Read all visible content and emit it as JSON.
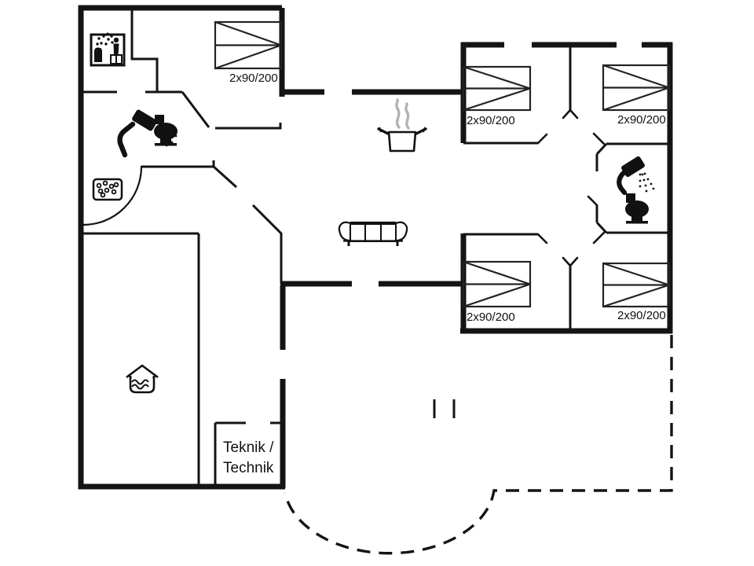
{
  "floorplan": {
    "background_color": "#ffffff",
    "wall_color": "#141414",
    "icon_color": "#111111",
    "steam_color": "#b3b3b3",
    "bed_labels": [
      {
        "text": "2x90/200"
      },
      {
        "text": "2x90/200"
      },
      {
        "text": "2x90/200"
      },
      {
        "text": "2x90/200"
      },
      {
        "text": "2x90/200"
      }
    ],
    "technik_room": {
      "line1": "Teknik /",
      "line2": "Technik"
    },
    "icons": {
      "sauna": "sauna-icon",
      "bathroom_left_shower": "shower-icon",
      "bathroom_left_toilet": "toilet-icon",
      "whirlpool": "whirlpool-icon",
      "swimming_pool": "swimming-pool-icon",
      "kitchen_pot": "cooking-pot-icon",
      "living_sofa": "sofa-icon",
      "bathroom_right_shower": "shower-icon",
      "bathroom_right_toilet": "toilet-icon"
    }
  }
}
